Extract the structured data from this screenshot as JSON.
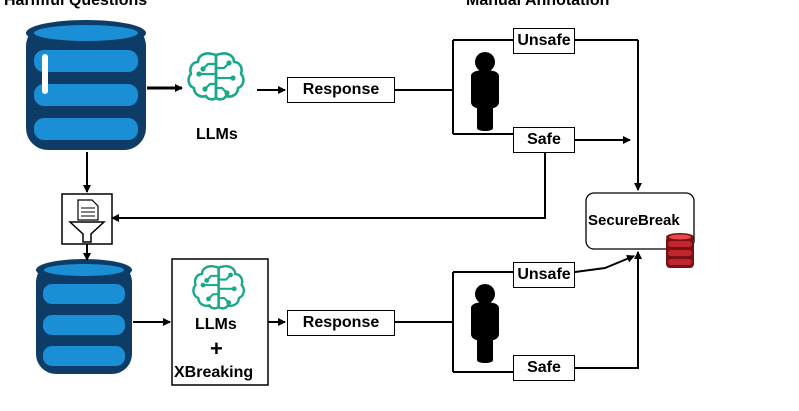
{
  "headers": {
    "harmful_questions": "Harmful Questions",
    "manual_annotation": "Manual Annotation"
  },
  "top_row": {
    "llm_label": "LLMs",
    "response_label": "Response",
    "unsafe_label": "Unsafe",
    "safe_label": "Safe"
  },
  "bottom_row": {
    "llm_label": "LLMs",
    "plus_label": "+",
    "xbreaking_label": "XBreaking",
    "response_label": "Response",
    "unsafe_label": "Unsafe",
    "safe_label": "Safe"
  },
  "result": {
    "label": "SecureBreak"
  },
  "colors": {
    "database_blue": "#1a8fd6",
    "database_dark": "#0d3d66",
    "llm_green": "#1aa88a",
    "result_db_red": "#c0262d",
    "line": "#000000"
  },
  "icons": {
    "database": "database-icon",
    "brain": "brain-circuit-icon",
    "person": "person-icon",
    "filter": "document-filter-icon",
    "result_db": "red-database-icon"
  }
}
